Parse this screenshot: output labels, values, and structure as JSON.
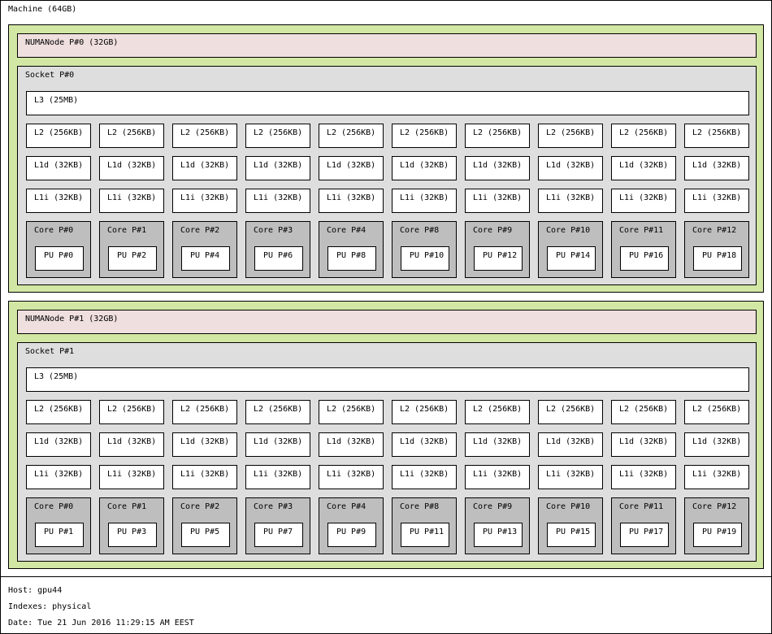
{
  "machine": {
    "label": "Machine (64GB)"
  },
  "packages": [
    {
      "numa_label": "NUMANode P#0 (32GB)",
      "socket_label": "Socket P#0",
      "l3_label": "L3 (25MB)",
      "l2_labels": [
        "L2 (256KB)",
        "L2 (256KB)",
        "L2 (256KB)",
        "L2 (256KB)",
        "L2 (256KB)",
        "L2 (256KB)",
        "L2 (256KB)",
        "L2 (256KB)",
        "L2 (256KB)",
        "L2 (256KB)"
      ],
      "l1d_labels": [
        "L1d (32KB)",
        "L1d (32KB)",
        "L1d (32KB)",
        "L1d (32KB)",
        "L1d (32KB)",
        "L1d (32KB)",
        "L1d (32KB)",
        "L1d (32KB)",
        "L1d (32KB)",
        "L1d (32KB)"
      ],
      "l1i_labels": [
        "L1i (32KB)",
        "L1i (32KB)",
        "L1i (32KB)",
        "L1i (32KB)",
        "L1i (32KB)",
        "L1i (32KB)",
        "L1i (32KB)",
        "L1i (32KB)",
        "L1i (32KB)",
        "L1i (32KB)"
      ],
      "cores": [
        {
          "label": "Core P#0",
          "pu": "PU P#0"
        },
        {
          "label": "Core P#1",
          "pu": "PU P#2"
        },
        {
          "label": "Core P#2",
          "pu": "PU P#4"
        },
        {
          "label": "Core P#3",
          "pu": "PU P#6"
        },
        {
          "label": "Core P#4",
          "pu": "PU P#8"
        },
        {
          "label": "Core P#8",
          "pu": "PU P#10"
        },
        {
          "label": "Core P#9",
          "pu": "PU P#12"
        },
        {
          "label": "Core P#10",
          "pu": "PU P#14"
        },
        {
          "label": "Core P#11",
          "pu": "PU P#16"
        },
        {
          "label": "Core P#12",
          "pu": "PU P#18"
        }
      ]
    },
    {
      "numa_label": "NUMANode P#1 (32GB)",
      "socket_label": "Socket P#1",
      "l3_label": "L3 (25MB)",
      "l2_labels": [
        "L2 (256KB)",
        "L2 (256KB)",
        "L2 (256KB)",
        "L2 (256KB)",
        "L2 (256KB)",
        "L2 (256KB)",
        "L2 (256KB)",
        "L2 (256KB)",
        "L2 (256KB)",
        "L2 (256KB)"
      ],
      "l1d_labels": [
        "L1d (32KB)",
        "L1d (32KB)",
        "L1d (32KB)",
        "L1d (32KB)",
        "L1d (32KB)",
        "L1d (32KB)",
        "L1d (32KB)",
        "L1d (32KB)",
        "L1d (32KB)",
        "L1d (32KB)"
      ],
      "l1i_labels": [
        "L1i (32KB)",
        "L1i (32KB)",
        "L1i (32KB)",
        "L1i (32KB)",
        "L1i (32KB)",
        "L1i (32KB)",
        "L1i (32KB)",
        "L1i (32KB)",
        "L1i (32KB)",
        "L1i (32KB)"
      ],
      "cores": [
        {
          "label": "Core P#0",
          "pu": "PU P#1"
        },
        {
          "label": "Core P#1",
          "pu": "PU P#3"
        },
        {
          "label": "Core P#2",
          "pu": "PU P#5"
        },
        {
          "label": "Core P#3",
          "pu": "PU P#7"
        },
        {
          "label": "Core P#4",
          "pu": "PU P#9"
        },
        {
          "label": "Core P#8",
          "pu": "PU P#11"
        },
        {
          "label": "Core P#9",
          "pu": "PU P#13"
        },
        {
          "label": "Core P#10",
          "pu": "PU P#15"
        },
        {
          "label": "Core P#11",
          "pu": "PU P#17"
        },
        {
          "label": "Core P#12",
          "pu": "PU P#19"
        }
      ]
    }
  ],
  "legend": {
    "host": "Host: gpu44",
    "indexes": "Indexes: physical",
    "date": "Date: Tue 21 Jun 2016 11:29:15 AM EEST"
  },
  "colors": {
    "machine": "#ffffff",
    "package": "#d2e7a4",
    "numa_node": "#efdfde",
    "socket": "#dedede",
    "cache": "#ffffff",
    "core": "#bebebe",
    "pu": "#ffffff"
  }
}
